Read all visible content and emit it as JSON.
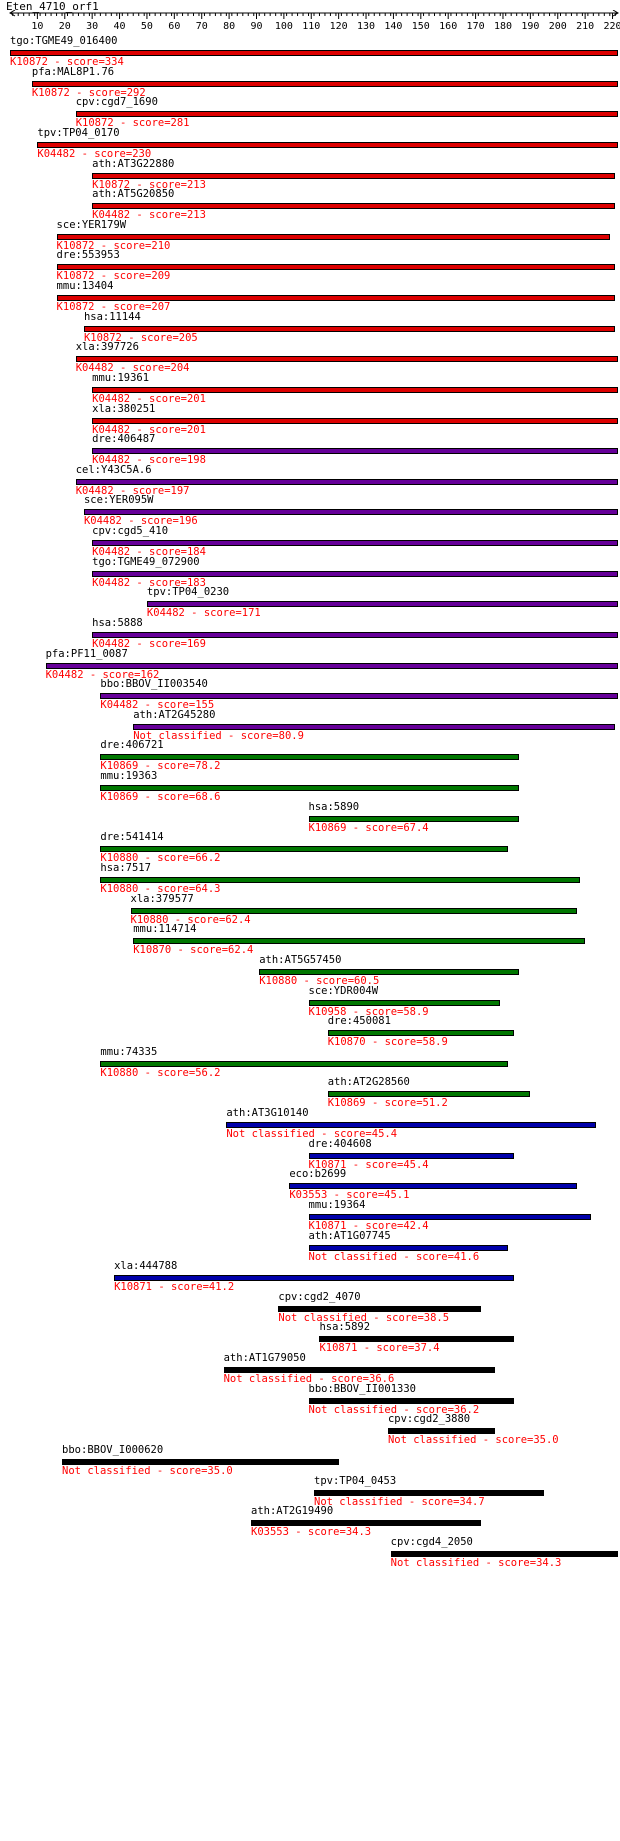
{
  "query": "Eten_4710_orf1",
  "axis": {
    "min": 0,
    "max": 222,
    "tick_step": 10,
    "labels": [
      "10",
      "20",
      "30",
      "40",
      "50",
      "60",
      "70",
      "80",
      "90",
      "100",
      "110",
      "120",
      "130",
      "140",
      "150",
      "160",
      "170",
      "180",
      "190",
      "200",
      "210",
      "220"
    ]
  },
  "colors": {
    "red": "#dd0000",
    "purple": "#660099",
    "green": "#007700",
    "blue": "#0000aa",
    "black": "#000000",
    "info_text": "#ff0000"
  },
  "hits": [
    {
      "name": "tgo:TGME49_016400",
      "info": "K10872 - score=334",
      "start": 0,
      "end": 222,
      "color": "red"
    },
    {
      "name": "pfa:MAL8P1.76",
      "info": "K10872 - score=292",
      "start": 8,
      "end": 222,
      "color": "red"
    },
    {
      "name": "cpv:cgd7_1690",
      "info": "K10872 - score=281",
      "start": 24,
      "end": 222,
      "color": "red"
    },
    {
      "name": "tpv:TP04_0170",
      "info": "K04482 - score=230",
      "start": 10,
      "end": 222,
      "color": "red"
    },
    {
      "name": "ath:AT3G22880",
      "info": "K10872 - score=213",
      "start": 30,
      "end": 221,
      "color": "red"
    },
    {
      "name": "ath:AT5G20850",
      "info": "K04482 - score=213",
      "start": 30,
      "end": 221,
      "color": "red"
    },
    {
      "name": "sce:YER179W",
      "info": "K10872 - score=210",
      "start": 17,
      "end": 219,
      "color": "red"
    },
    {
      "name": "dre:553953",
      "info": "K10872 - score=209",
      "start": 17,
      "end": 221,
      "color": "red"
    },
    {
      "name": "mmu:13404",
      "info": "K10872 - score=207",
      "start": 17,
      "end": 221,
      "color": "red"
    },
    {
      "name": "hsa:11144",
      "info": "K10872 - score=205",
      "start": 27,
      "end": 221,
      "color": "red"
    },
    {
      "name": "xla:397726",
      "info": "K04482 - score=204",
      "start": 24,
      "end": 222,
      "color": "red"
    },
    {
      "name": "mmu:19361",
      "info": "K04482 - score=201",
      "start": 30,
      "end": 222,
      "color": "red"
    },
    {
      "name": "xla:380251",
      "info": "K04482 - score=201",
      "start": 30,
      "end": 222,
      "color": "red"
    },
    {
      "name": "dre:406487",
      "info": "K04482 - score=198",
      "start": 30,
      "end": 222,
      "color": "purple"
    },
    {
      "name": "cel:Y43C5A.6",
      "info": "K04482 - score=197",
      "start": 24,
      "end": 222,
      "color": "purple"
    },
    {
      "name": "sce:YER095W",
      "info": "K04482 - score=196",
      "start": 27,
      "end": 222,
      "color": "purple"
    },
    {
      "name": "cpv:cgd5_410",
      "info": "K04482 - score=184",
      "start": 30,
      "end": 222,
      "color": "purple"
    },
    {
      "name": "tgo:TGME49_072900",
      "info": "K04482 - score=183",
      "start": 30,
      "end": 222,
      "color": "purple"
    },
    {
      "name": "tpv:TP04_0230",
      "info": "K04482 - score=171",
      "start": 50,
      "end": 222,
      "color": "purple"
    },
    {
      "name": "hsa:5888",
      "info": "K04482 - score=169",
      "start": 30,
      "end": 222,
      "color": "purple"
    },
    {
      "name": "pfa:PF11_0087",
      "info": "K04482 - score=162",
      "start": 13,
      "end": 222,
      "color": "purple"
    },
    {
      "name": "bbo:BBOV_II003540",
      "info": "K04482 - score=155",
      "start": 33,
      "end": 222,
      "color": "purple"
    },
    {
      "name": "ath:AT2G45280",
      "info": "Not classified - score=80.9",
      "start": 45,
      "end": 221,
      "color": "purple"
    },
    {
      "name": "dre:406721",
      "info": "K10869 - score=78.2",
      "start": 33,
      "end": 186,
      "color": "green"
    },
    {
      "name": "mmu:19363",
      "info": "K10869 - score=68.6",
      "start": 33,
      "end": 186,
      "color": "green"
    },
    {
      "name": "hsa:5890",
      "info": "K10869 - score=67.4",
      "start": 109,
      "end": 186,
      "color": "green"
    },
    {
      "name": "dre:541414",
      "info": "K10880 - score=66.2",
      "start": 33,
      "end": 182,
      "color": "green"
    },
    {
      "name": "hsa:7517",
      "info": "K10880 - score=64.3",
      "start": 33,
      "end": 208,
      "color": "green"
    },
    {
      "name": "xla:379577",
      "info": "K10880 - score=62.4",
      "start": 44,
      "end": 207,
      "color": "green"
    },
    {
      "name": "mmu:114714",
      "info": "K10870 - score=62.4",
      "start": 45,
      "end": 210,
      "color": "green"
    },
    {
      "name": "ath:AT5G57450",
      "info": "K10880 - score=60.5",
      "start": 91,
      "end": 186,
      "color": "green"
    },
    {
      "name": "sce:YDR004W",
      "info": "K10958 - score=58.9",
      "start": 109,
      "end": 179,
      "color": "green"
    },
    {
      "name": "dre:450081",
      "info": "K10870 - score=58.9",
      "start": 116,
      "end": 184,
      "color": "green"
    },
    {
      "name": "mmu:74335",
      "info": "K10880 - score=56.2",
      "start": 33,
      "end": 182,
      "color": "green"
    },
    {
      "name": "ath:AT2G28560",
      "info": "K10869 - score=51.2",
      "start": 116,
      "end": 190,
      "color": "green"
    },
    {
      "name": "ath:AT3G10140",
      "info": "Not classified - score=45.4",
      "start": 79,
      "end": 214,
      "color": "blue"
    },
    {
      "name": "dre:404608",
      "info": "K10871 - score=45.4",
      "start": 109,
      "end": 184,
      "color": "blue"
    },
    {
      "name": "eco:b2699",
      "info": "K03553 - score=45.1",
      "start": 102,
      "end": 207,
      "color": "blue"
    },
    {
      "name": "mmu:19364",
      "info": "K10871 - score=42.4",
      "start": 109,
      "end": 212,
      "color": "blue"
    },
    {
      "name": "ath:AT1G07745",
      "info": "Not classified - score=41.6",
      "start": 109,
      "end": 182,
      "color": "blue"
    },
    {
      "name": "xla:444788",
      "info": "K10871 - score=41.2",
      "start": 38,
      "end": 184,
      "color": "blue"
    },
    {
      "name": "cpv:cgd2_4070",
      "info": "Not classified - score=38.5",
      "start": 98,
      "end": 172,
      "color": "black"
    },
    {
      "name": "hsa:5892",
      "info": "K10871 - score=37.4",
      "start": 113,
      "end": 184,
      "color": "black"
    },
    {
      "name": "ath:AT1G79050",
      "info": "Not classified - score=36.6",
      "start": 78,
      "end": 177,
      "color": "black"
    },
    {
      "name": "bbo:BBOV_II001330",
      "info": "Not classified - score=36.2",
      "start": 109,
      "end": 184,
      "color": "black"
    },
    {
      "name": "cpv:cgd2_3880",
      "info": "Not classified - score=35.0",
      "start": 138,
      "end": 177,
      "color": "black"
    },
    {
      "name": "bbo:BBOV_I000620",
      "info": "Not classified - score=35.0",
      "start": 19,
      "end": 120,
      "color": "black"
    },
    {
      "name": "tpv:TP04_0453",
      "info": "Not classified - score=34.7",
      "start": 111,
      "end": 195,
      "color": "black"
    },
    {
      "name": "ath:AT2G19490",
      "info": "K03553 - score=34.3",
      "start": 88,
      "end": 172,
      "color": "black"
    },
    {
      "name": "cpv:cgd4_2050",
      "info": "Not classified - score=34.3",
      "start": 139,
      "end": 222,
      "color": "black"
    }
  ]
}
